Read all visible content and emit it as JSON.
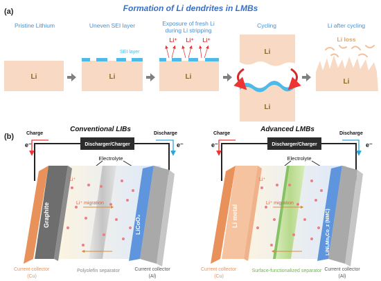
{
  "panel_a": {
    "label": "(a)",
    "title": "Formation of Li dendrites in LMBs",
    "stages": [
      {
        "title": "Pristine Lithium",
        "block": "Li"
      },
      {
        "title": "Uneven SEI layer",
        "block": "Li",
        "sei_label": "SEI layer"
      },
      {
        "title_line1": "Exposure of fresh Li",
        "title_line2": "during Li stripping",
        "block": "Li",
        "ion": "Li⁺"
      },
      {
        "title": "Cycling",
        "block_top": "Li",
        "block_bottom": "Li"
      },
      {
        "title": "Li after cycling",
        "loss_label": "Li loss",
        "block": "Li"
      }
    ]
  },
  "panel_b": {
    "label": "(b)",
    "left": {
      "title": "Conventional LIBs",
      "charge": "Charge",
      "discharge": "Discharge",
      "electron": "e⁻",
      "device": "Discharger/Charger",
      "electrolyte": "Electrolyte",
      "anode": "Graphite",
      "cathode": "LiCoO₂",
      "ion": "Li⁺",
      "migration": "Li⁺ migration",
      "cc_left_line1": "Current collector",
      "cc_left_line2": "(Cu)",
      "separator": "Polyolefin separator",
      "cc_right_line1": "Current collector",
      "cc_right_line2": "(Al)"
    },
    "right": {
      "title": "Advanced LMBs",
      "charge": "Charge",
      "discharge": "Discharge",
      "electron": "e⁻",
      "device": "Discharger/Charger",
      "electrolyte": "Electrolyte",
      "anode": "Li metal",
      "cathode": "LiNiₓMnᵧCo_z (NMC)",
      "ion": "Li⁺",
      "migration": "Li⁺ migration",
      "cc_left_line1": "Current collector",
      "cc_left_line2": "(Cu)",
      "separator": "Surface-functionalized separator",
      "cc_right_line1": "Current collector",
      "cc_right_line2": "(Al)"
    }
  },
  "colors": {
    "li_block": "#f8d9c4",
    "title_blue": "#3a6fc4",
    "stage_title_blue": "#4a8fd0",
    "sei": "#4fb9e8",
    "li_text": "#8a6a1c",
    "red": "#e23c3c",
    "orange_cc": "#e8915a",
    "graphite": "#6e6e6e",
    "cathode_blue": "#5f95dd",
    "gray_cc": "#a9a9a9",
    "device_bg": "#2c2c2c",
    "charge_red": "#e33",
    "discharge_blue": "#2aa6d8",
    "green_sep": "#6bb54a"
  }
}
